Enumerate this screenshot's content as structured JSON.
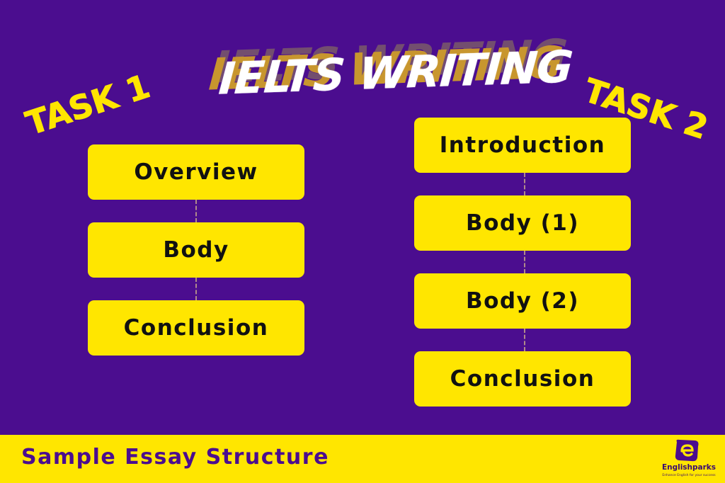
{
  "title": "IELTS WRITING",
  "task1": {
    "label": "TASK 1",
    "steps": [
      "Overview",
      "Body",
      "Conclusion"
    ]
  },
  "task2": {
    "label": "TASK 2",
    "steps": [
      "Introduction",
      "Body (1)",
      "Body (2)",
      "Conclusion"
    ]
  },
  "footer": {
    "caption": "Sample Essay Structure",
    "logo_name": "Englishparks",
    "logo_tagline": "Enhance English for your success"
  },
  "colors": {
    "background": "#4b0d8f",
    "accent": "#ffe600",
    "text": "#111111",
    "title": "#ffffff"
  }
}
